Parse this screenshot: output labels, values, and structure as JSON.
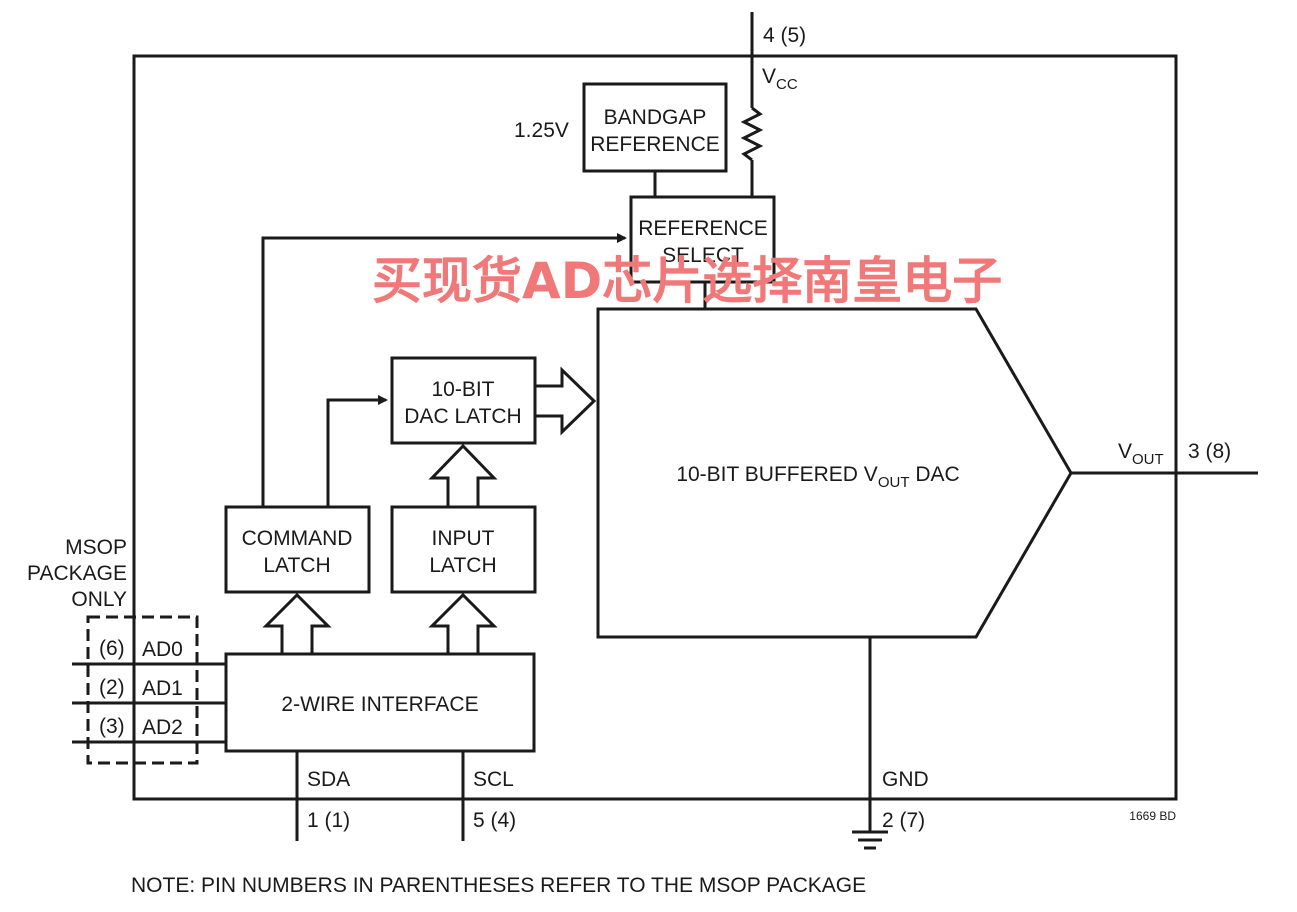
{
  "pins": {
    "vcc_pin": "4 (5)",
    "vcc_label": "V",
    "vcc_sub": "CC",
    "vout_pin": "3 (8)",
    "vout_label": "V",
    "vout_sub": "OUT",
    "sda_label": "SDA",
    "sda_pin": "1 (1)",
    "scl_label": "SCL",
    "scl_pin": "5 (4)",
    "gnd_label": "GND",
    "gnd_pin": "2 (7)"
  },
  "blocks": {
    "bandgap_line1": "BANDGAP",
    "bandgap_line2": "REFERENCE",
    "bandgap_voltage": "1.25V",
    "refsel_line1": "REFERENCE",
    "refsel_line2": "SELECT",
    "daclatch_line1": "10-BIT",
    "daclatch_line2": "DAC LATCH",
    "dac_pre": "10-BIT BUFFERED V",
    "dac_sub": "OUT",
    "dac_post": " DAC",
    "cmd_line1": "COMMAND",
    "cmd_line2": "LATCH",
    "input_line1": "INPUT",
    "input_line2": "LATCH",
    "interface": "2-WIRE INTERFACE"
  },
  "msop": {
    "line1": "MSOP",
    "line2": "PACKAGE",
    "line3": "ONLY",
    "pins": [
      {
        "num": "(6)",
        "name": "AD0"
      },
      {
        "num": "(2)",
        "name": "AD1"
      },
      {
        "num": "(3)",
        "name": "AD2"
      }
    ]
  },
  "figure_id": "1669 BD",
  "note": "NOTE: PIN NUMBERS IN PARENTHESES REFER TO THE MSOP PACKAGE",
  "watermark": "买现货AD芯片选择南皇电子"
}
